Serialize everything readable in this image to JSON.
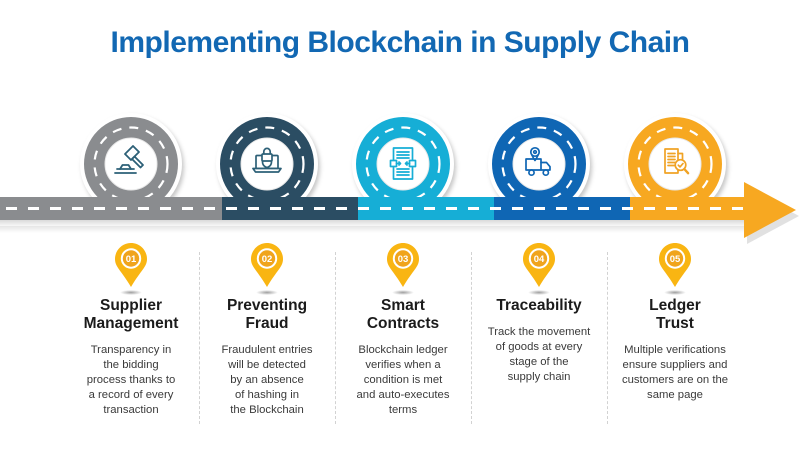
{
  "title": "Implementing Blockchain in Supply Chain",
  "title_color": "#1268b3",
  "road": {
    "segment_colors": [
      "#8a8c8f",
      "#2b4d63",
      "#16aed6",
      "#0f66b4",
      "#f7a821"
    ],
    "dash_color": "#ffffff",
    "arrow_color": "#f7a821",
    "bevel_color": "#d9d9d9"
  },
  "pin": {
    "color": "#f9b512",
    "inner_color": "#f0a41c",
    "number_color": "#ffffff"
  },
  "steps": [
    {
      "number": "01",
      "title": "Supplier\nManagement",
      "description": "Transparency in\nthe bidding\nprocess thanks to\na record of every\ntransaction",
      "loop_color": "#8a8c8f",
      "icon": "gavel-icon",
      "icon_color": "#2d6077"
    },
    {
      "number": "02",
      "title": "Preventing\nFraud",
      "description": "Fraudulent entries\nwill be detected\nby an absence\nof hashing in\nthe Blockchain",
      "loop_color": "#2b4d63",
      "icon": "laptop-shield-icon",
      "icon_color": "#2d6077"
    },
    {
      "number": "03",
      "title": "Smart\nContracts",
      "description": "Blockchain ledger\nverifies when a\ncondition is met\nand auto-executes\nterms",
      "loop_color": "#16aed6",
      "icon": "smart-contract-icon",
      "icon_color": "#16aed6"
    },
    {
      "number": "04",
      "title": "Traceability",
      "description": "Track the movement\nof goods at every\nstage of the\nsupply chain",
      "loop_color": "#0f66b4",
      "icon": "truck-location-icon",
      "icon_color": "#0f66b4"
    },
    {
      "number": "05",
      "title": "Ledger\nTrust",
      "description": "Multiple verifications\nensure suppliers and\ncustomers are on the\nsame page",
      "loop_color": "#f7a821",
      "icon": "ledger-audit-icon",
      "icon_color": "#f0a325"
    }
  ]
}
